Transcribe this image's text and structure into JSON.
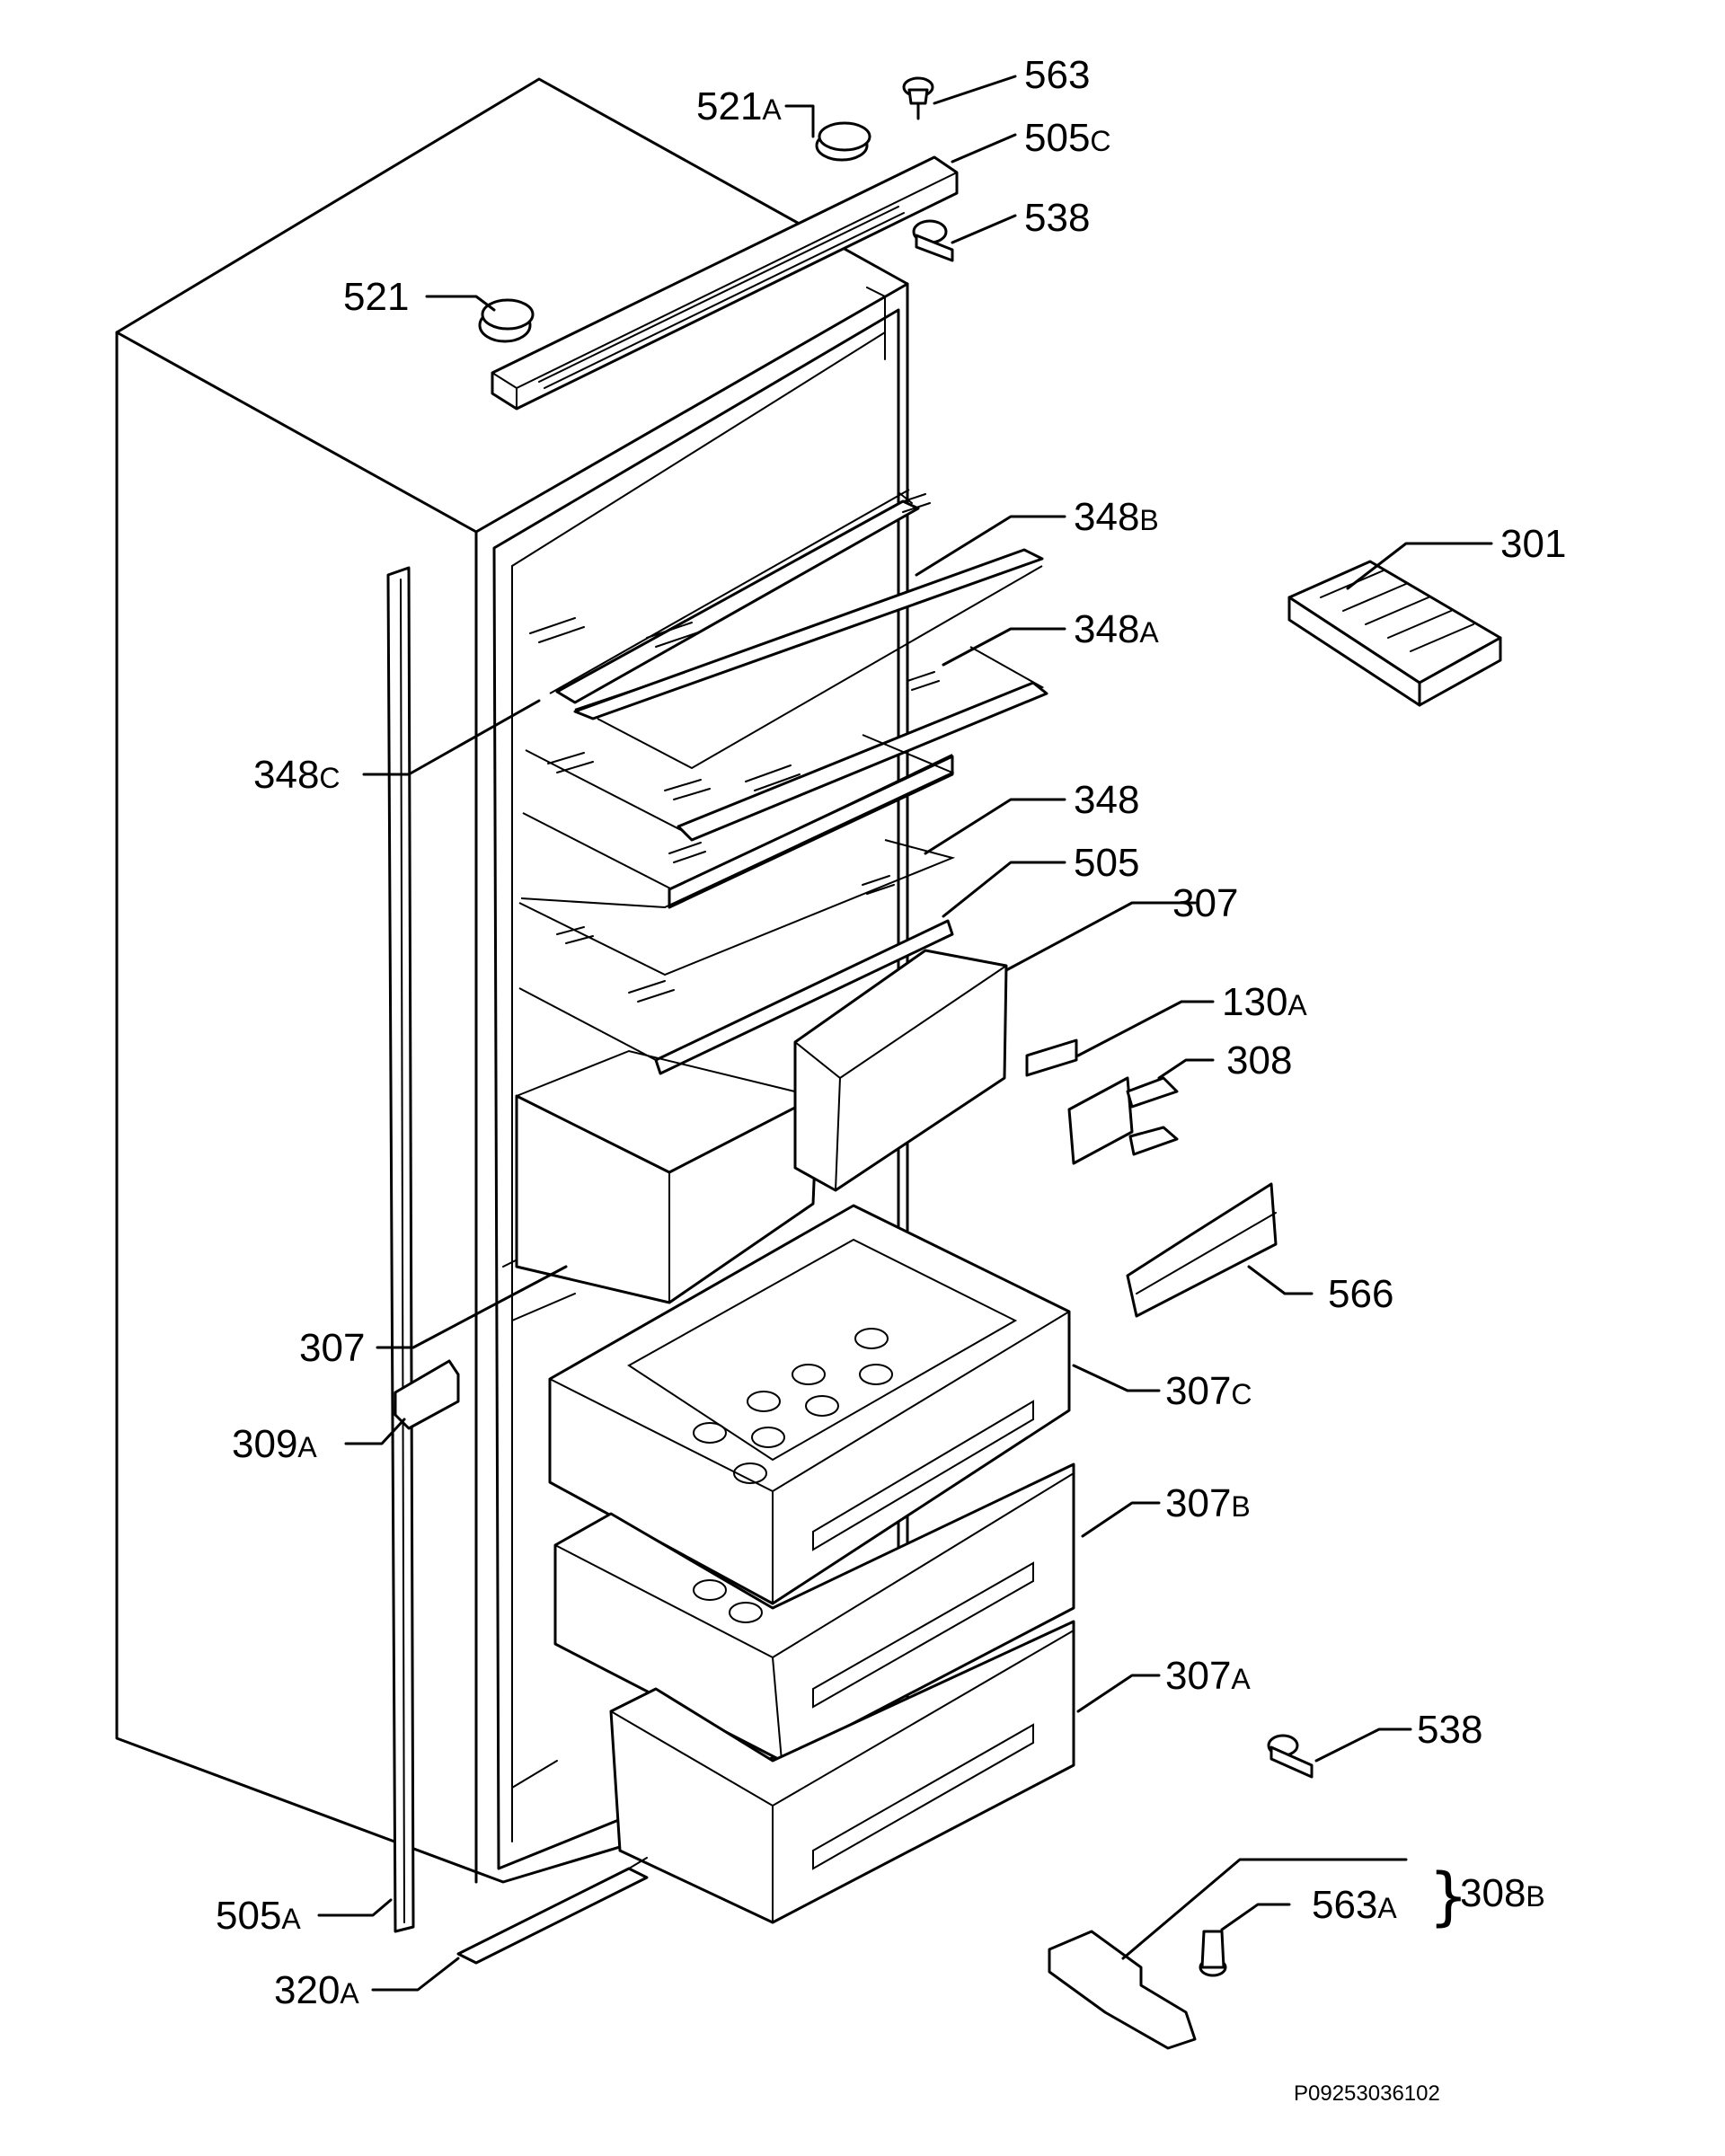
{
  "diagram": {
    "reference": "P09253036102",
    "parts": [
      {
        "id": "563",
        "num": "563",
        "suffix": ""
      },
      {
        "id": "521A",
        "num": "521",
        "suffix": "A"
      },
      {
        "id": "505C",
        "num": "505",
        "suffix": "C"
      },
      {
        "id": "538top",
        "num": "538",
        "suffix": ""
      },
      {
        "id": "521",
        "num": "521",
        "suffix": ""
      },
      {
        "id": "348B",
        "num": "348",
        "suffix": "B"
      },
      {
        "id": "301",
        "num": "301",
        "suffix": ""
      },
      {
        "id": "348A",
        "num": "348",
        "suffix": "A"
      },
      {
        "id": "348C",
        "num": "348",
        "suffix": "C"
      },
      {
        "id": "348",
        "num": "348",
        "suffix": ""
      },
      {
        "id": "505",
        "num": "505",
        "suffix": ""
      },
      {
        "id": "307top",
        "num": "307",
        "suffix": ""
      },
      {
        "id": "130A",
        "num": "130",
        "suffix": "A"
      },
      {
        "id": "308",
        "num": "308",
        "suffix": ""
      },
      {
        "id": "566",
        "num": "566",
        "suffix": ""
      },
      {
        "id": "307left",
        "num": "307",
        "suffix": ""
      },
      {
        "id": "307C",
        "num": "307",
        "suffix": "C"
      },
      {
        "id": "309A",
        "num": "309",
        "suffix": "A"
      },
      {
        "id": "307B",
        "num": "307",
        "suffix": "B"
      },
      {
        "id": "307A",
        "num": "307",
        "suffix": "A"
      },
      {
        "id": "538bottom",
        "num": "538",
        "suffix": ""
      },
      {
        "id": "308B",
        "num": "308",
        "suffix": "B"
      },
      {
        "id": "563A",
        "num": "563",
        "suffix": "A"
      },
      {
        "id": "505A",
        "num": "505",
        "suffix": "A"
      },
      {
        "id": "320A",
        "num": "320",
        "suffix": "A"
      }
    ]
  }
}
